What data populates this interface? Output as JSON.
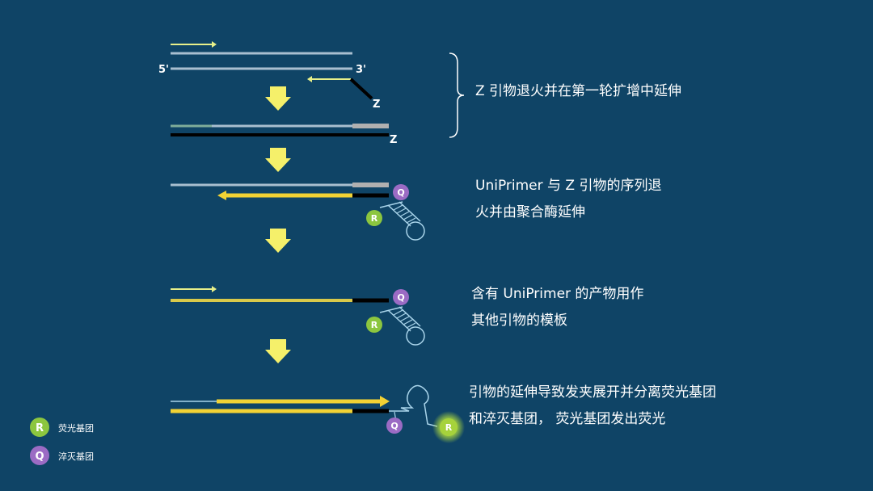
{
  "labels": {
    "five_prime": "5'",
    "three_prime": "3'",
    "z": "Z",
    "r": "R",
    "q": "Q"
  },
  "steps": [
    {
      "text": "Z 引物退火并在第一轮扩增中延伸"
    },
    {
      "line1": "UniPrimer 与 Z 引物的序列退",
      "line2": "火并由聚合酶延伸"
    },
    {
      "line1": "含有 UniPrimer 的产物用作",
      "line2": "其他引物的模板"
    },
    {
      "line1": "引物的延伸导致发夹展开并分离荧光基团",
      "line2": "和淬灭基团， 荧光基团发出荧光"
    }
  ],
  "legend": [
    {
      "symbol": "R",
      "label": "荧光基团",
      "color": "#8cc63f"
    },
    {
      "symbol": "Q",
      "label": "淬灭基团",
      "color": "#9b6bc4"
    }
  ],
  "colors": {
    "background": "#0f4466",
    "yellow": "#f2d234",
    "arrow": "#f5f06a",
    "strand": "#a9bfd0",
    "black": "#000000"
  }
}
